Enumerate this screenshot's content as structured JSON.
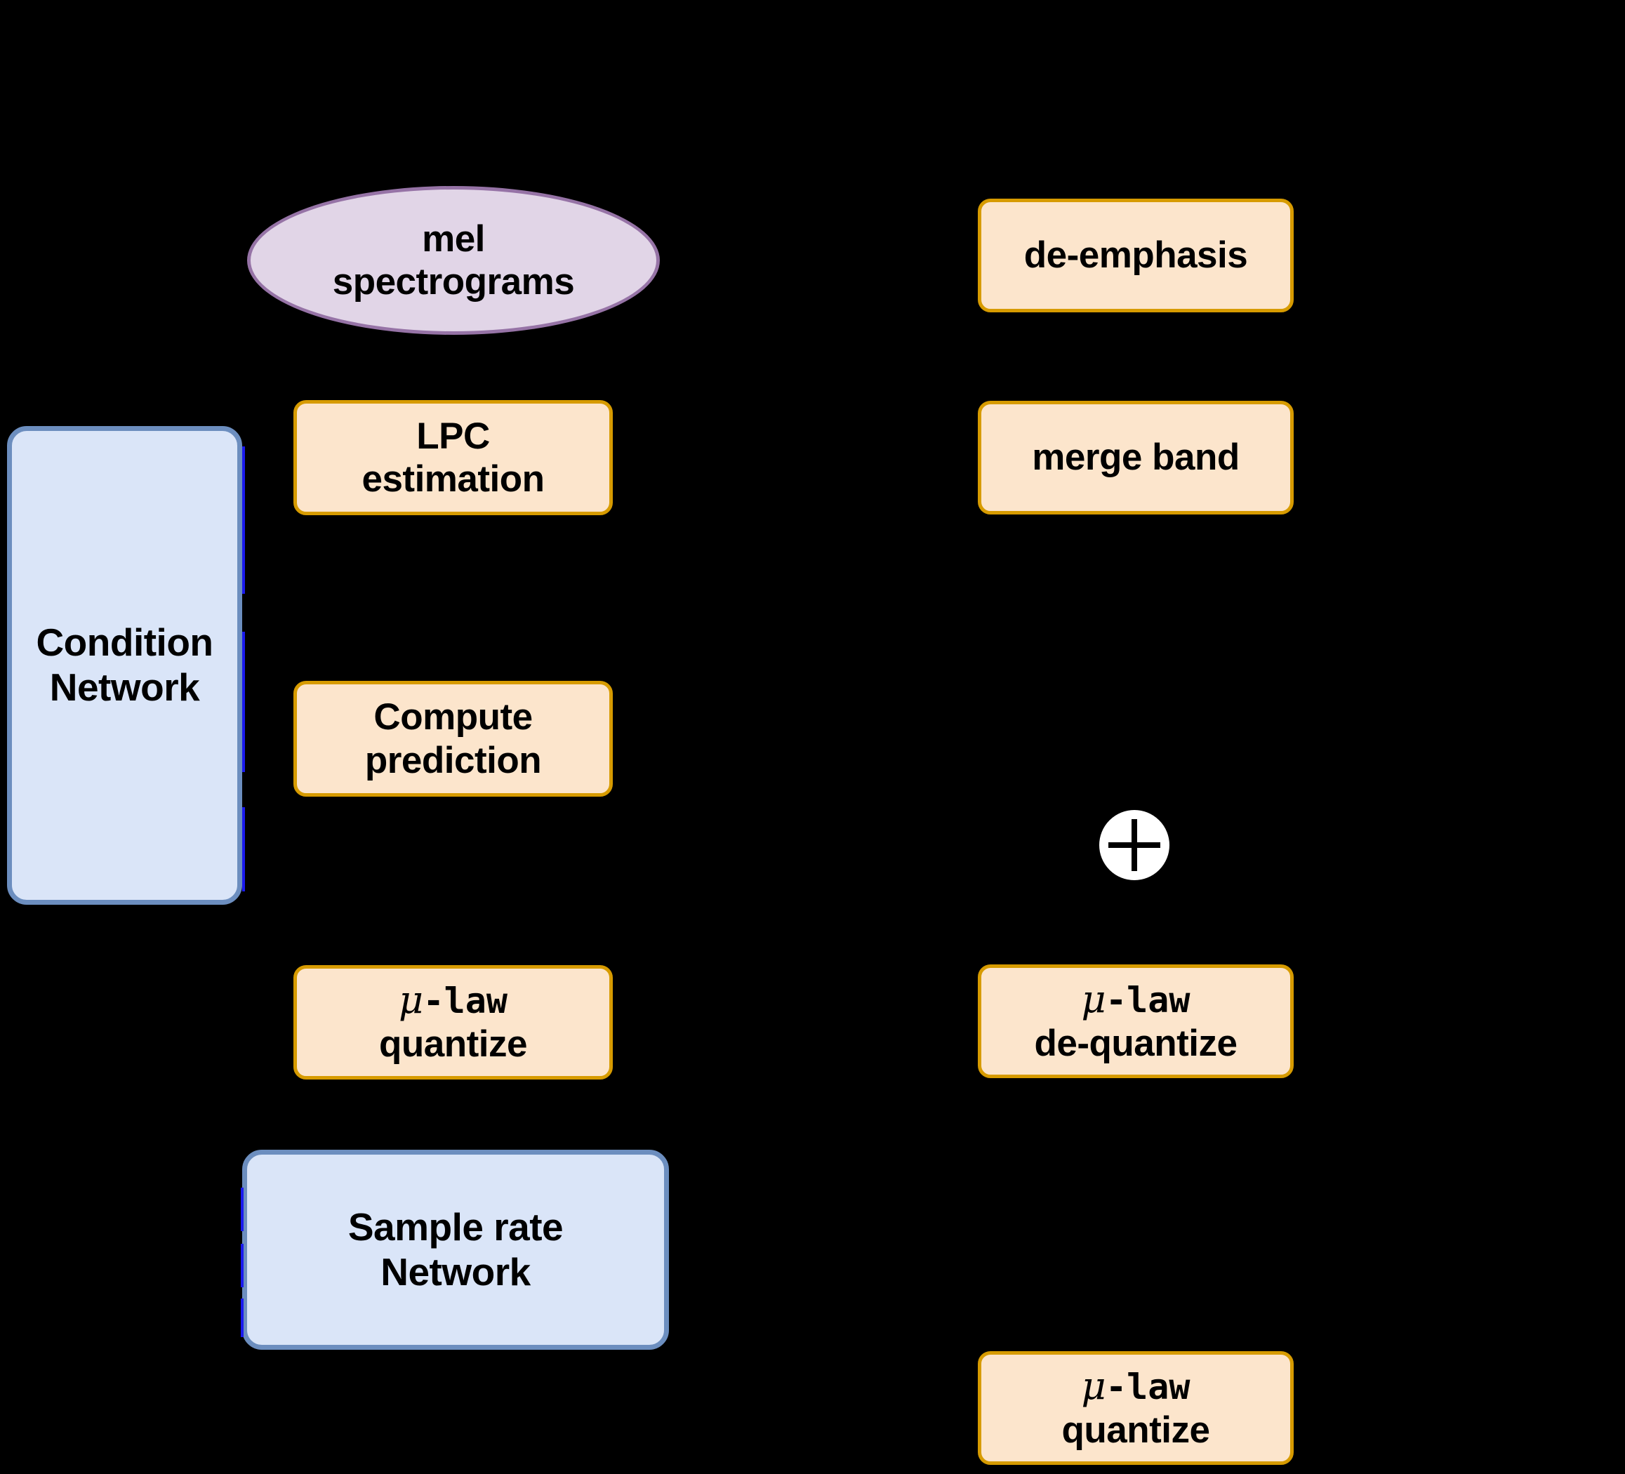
{
  "diagram": {
    "title": "LPCNet-style vocoder pipeline block diagram",
    "background_color": "#000000",
    "palette": {
      "process_fill": "#FCE5CC",
      "process_border": "#D79B00",
      "network_fill": "#DAE5F8",
      "network_border": "#6C8EBF",
      "data_fill": "#E1D5E7",
      "data_border": "#9673A6",
      "operator_fill": "#FFFFFF",
      "text_color": "#000000"
    }
  },
  "nodes": {
    "mel_spectrograms": {
      "label_line1": "mel",
      "label_line2": "spectrograms",
      "shape": "ellipse"
    },
    "condition_network": {
      "label_line1": "Condition",
      "label_line2": "Network",
      "shape": "rounded-rect"
    },
    "lpc_estimation": {
      "label_line1": "LPC",
      "label_line2": "estimation",
      "shape": "rounded-rect"
    },
    "compute_prediction": {
      "label_line1": "Compute",
      "label_line2": "prediction",
      "shape": "rounded-rect"
    },
    "mu_law_quantize_left": {
      "label_mu": "μ",
      "label_law": "-law",
      "label_line2": "quantize",
      "shape": "rounded-rect"
    },
    "sample_rate_network": {
      "label_line1": "Sample rate",
      "label_line2": "Network",
      "shape": "rounded-rect"
    },
    "de_emphasis": {
      "label_line1": "de-emphasis",
      "shape": "rounded-rect"
    },
    "merge_band": {
      "label_line1": "merge band",
      "shape": "rounded-rect"
    },
    "sum_operator": {
      "label": "+",
      "shape": "circle"
    },
    "mu_law_dequantize": {
      "label_mu": "μ",
      "label_law": "-law",
      "label_line2": "de-quantize",
      "shape": "rounded-rect"
    },
    "mu_law_quantize_right": {
      "label_mu": "μ",
      "label_law": "-law",
      "label_line2": "quantize",
      "shape": "rounded-rect"
    }
  }
}
